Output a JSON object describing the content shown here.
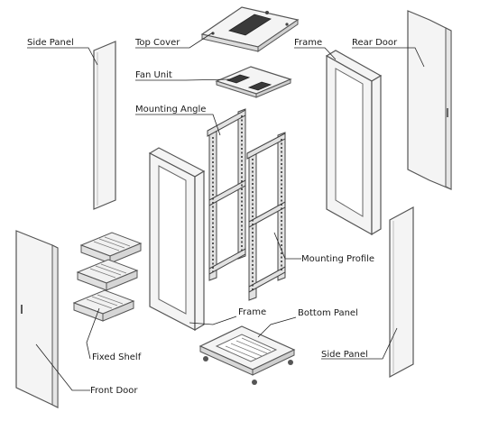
{
  "labels": {
    "side_panel_left": "Side Panel",
    "top_cover": "Top Cover",
    "frame_top": "Frame",
    "rear_door": "Rear Door",
    "fan_unit": "Fan Unit",
    "mounting_angle": "Mounting Angle",
    "mounting_profile": "Mounting Profile",
    "frame_bottom": "Frame",
    "bottom_panel": "Bottom Panel",
    "fixed_shelf": "Fixed Shelf",
    "side_panel_right": "Side Panel",
    "front_door": "Front Door"
  }
}
